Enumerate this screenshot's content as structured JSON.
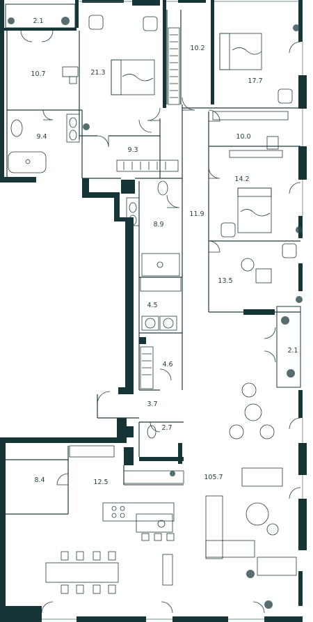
{
  "plan": {
    "rooms": [
      {
        "id": "balcony-top",
        "area": "2.1"
      },
      {
        "id": "dressing-left",
        "area": "10.7"
      },
      {
        "id": "master-bedroom",
        "area": "21.3"
      },
      {
        "id": "dressing-right",
        "area": "10.2"
      },
      {
        "id": "bedroom-ne",
        "area": "17.7"
      },
      {
        "id": "bath-nw",
        "area": "9.4"
      },
      {
        "id": "hall-north",
        "area": "9.3"
      },
      {
        "id": "study-north",
        "area": "10.0"
      },
      {
        "id": "bedroom-east",
        "area": "14.2"
      },
      {
        "id": "bath-center",
        "area": "8.9"
      },
      {
        "id": "corridor",
        "area": "11.9"
      },
      {
        "id": "study-east",
        "area": "13.5"
      },
      {
        "id": "laundry",
        "area": "4.5"
      },
      {
        "id": "balcony-east",
        "area": "2.1"
      },
      {
        "id": "closet",
        "area": "4.6"
      },
      {
        "id": "entry",
        "area": "3.7"
      },
      {
        "id": "wc",
        "area": "2.7"
      },
      {
        "id": "utility-sw",
        "area": "8.4"
      },
      {
        "id": "kitchen",
        "area": "12.5"
      },
      {
        "id": "living",
        "area": "105.7"
      }
    ],
    "colors": {
      "wall": "#173436",
      "line": "#1f3a3d"
    }
  }
}
